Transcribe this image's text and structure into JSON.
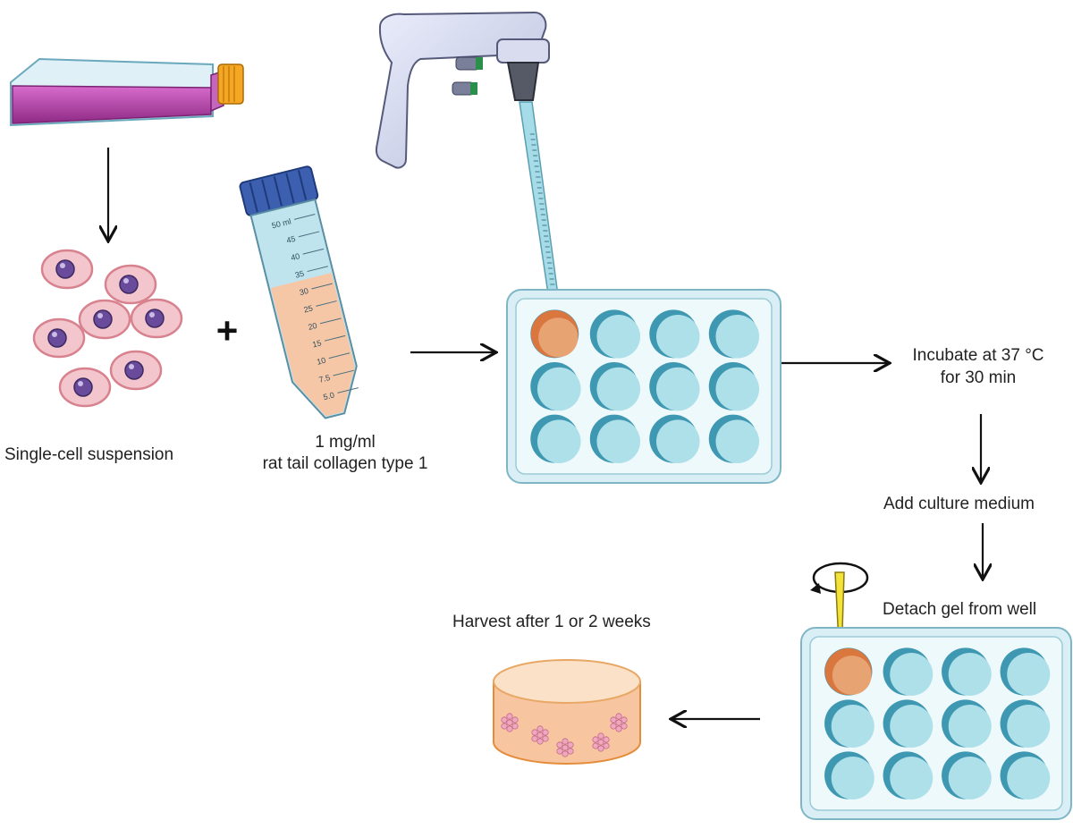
{
  "labels": {
    "single_cell": "Single-cell suspension",
    "collagen_line1": "1 mg/ml",
    "collagen_line2": "rat tail collagen type 1",
    "incubate_line1": "Incubate at 37 °C",
    "incubate_line2": "for 30 min",
    "add_medium": "Add culture medium",
    "detach": "Detach gel from well",
    "harvest": "Harvest after 1 or 2 weeks",
    "plus": "+"
  },
  "tube_marks": [
    "50 ml",
    "45",
    "40",
    "35",
    "30",
    "25",
    "20",
    "15",
    "10",
    "7.5",
    "5.0"
  ],
  "colors": {
    "flask_liquid": "#b43fa8",
    "cell_body": "#f2c6cc",
    "cell_nucleus": "#6a4a9a",
    "tube_cap": "#3c5fb0",
    "collagen": "#f6c7a6",
    "plate": "#cfe9f0",
    "well": "#aee0ea",
    "gel": "#d9773f",
    "tip": "#f2e23a"
  }
}
